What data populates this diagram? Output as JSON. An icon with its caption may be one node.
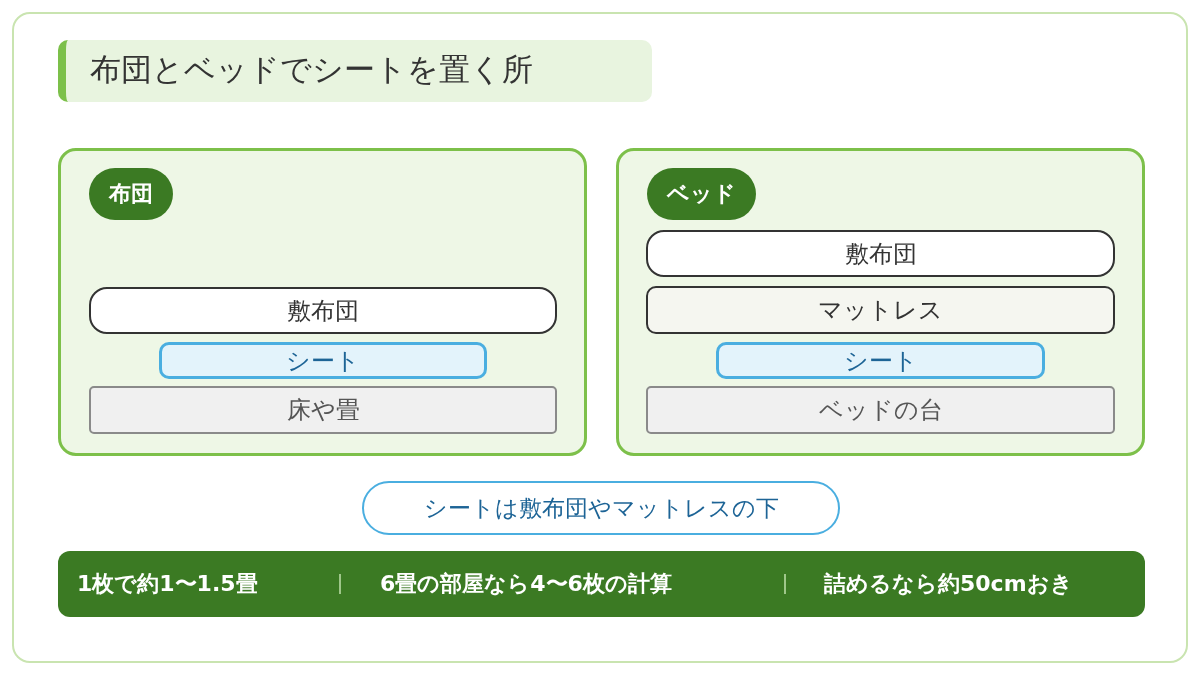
{
  "diagram": {
    "title": "布団とベッドでシートを置く所",
    "nodes": [
      {
        "text": [
          "布団"
        ]
      },
      {
        "text": [
          "敷布団"
        ],
        "in": 0
      },
      {
        "text": [
          "シート"
        ],
        "in": 0
      },
      {
        "text": [
          "床や畳"
        ],
        "in": 0
      },
      {
        "text": [
          "ベッド"
        ]
      },
      {
        "text": [
          "敷布団"
        ],
        "in": 4
      },
      {
        "text": [
          "マットレス"
        ],
        "in": 4
      },
      {
        "text": [
          "シート"
        ],
        "in": 4
      },
      {
        "text": [
          "ベッドの台"
        ],
        "in": 4
      },
      {
        "text": [
          "シートは敷布団やマットレスの下"
        ]
      },
      {
        "text": [
          "1枚で約1〜1.5畳",
          "6畳の部屋なら4〜6枚の計算",
          "詰めるなら約50cmおき"
        ]
      }
    ]
  }
}
